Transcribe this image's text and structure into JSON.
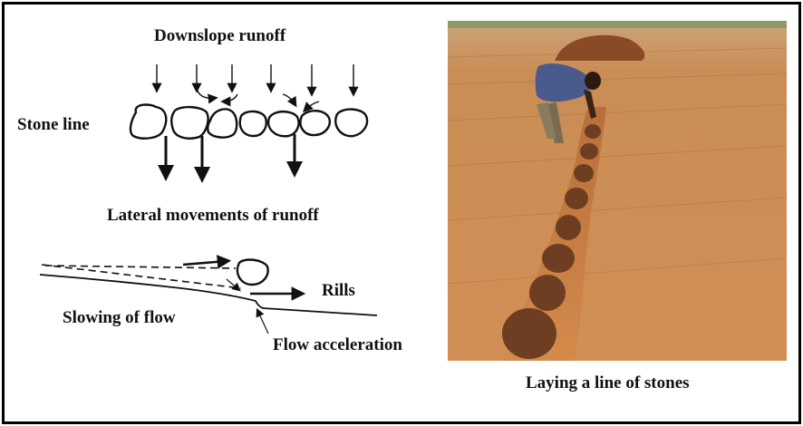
{
  "labels": {
    "downslope_runoff": "Downslope runoff",
    "stone_line": "Stone line",
    "lateral_movements": "Lateral movements of runoff",
    "rills": "Rills",
    "slowing_of_flow": "Slowing of flow",
    "flow_acceleration": "Flow acceleration",
    "photo_caption": "Laying a line of stones"
  },
  "colors": {
    "ink": "#111111",
    "soil_light": "#d79a63",
    "soil_dark": "#a35c2c",
    "stone": "#6e3e22",
    "sky": "#e9dfcf"
  }
}
